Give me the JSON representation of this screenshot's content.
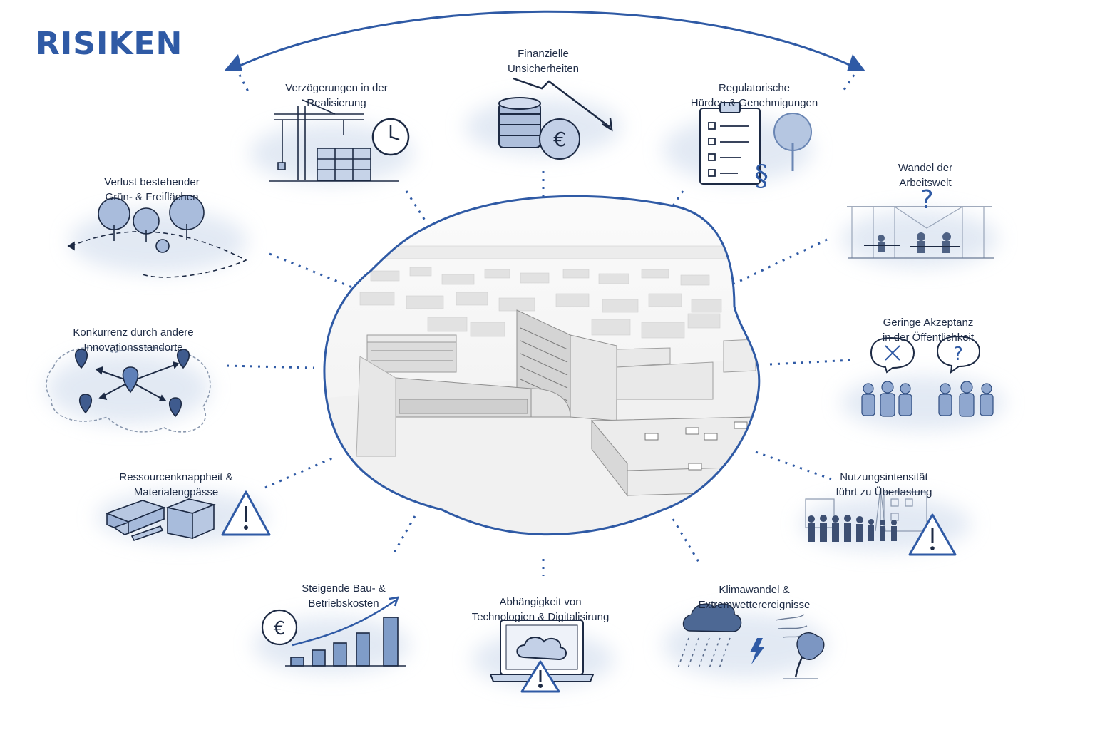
{
  "title": "RISIKEN",
  "colors": {
    "accent": "#2f5aa5",
    "ink": "#1d2a44",
    "wash": "#c9d6ea",
    "icon_fill": "#7f9cc8"
  },
  "center_image": "aerial 3D model of campus buildings",
  "risks": [
    {
      "id": "finanzielle-unsicherheiten",
      "line1": "Finanzielle",
      "line2": "Unsicherheiten",
      "icon": "coins-euro-down-trend-icon"
    },
    {
      "id": "verzoegerungen",
      "line1": "Verzögerungen in der",
      "line2": "Realisierung",
      "icon": "crane-clock-icon"
    },
    {
      "id": "regulatorische-huerden",
      "line1": "Regulatorische",
      "line2": "Hürden & Genehmigungen",
      "icon": "clipboard-paragraph-icon"
    },
    {
      "id": "verlust-gruenflaechen",
      "line1": "Verlust bestehender",
      "line2": "Grün- & Freiflächen",
      "icon": "trees-icon"
    },
    {
      "id": "wandel-arbeitswelt",
      "line1": "Wandel der",
      "line2": "Arbeitswelt",
      "icon": "office-question-icon"
    },
    {
      "id": "konkurrenz",
      "line1": "Konkurrenz durch andere",
      "line2": "Innovationsstandorte",
      "icon": "map-pins-icon"
    },
    {
      "id": "geringe-akzeptanz",
      "line1": "Geringe Akzeptanz",
      "line2": "in der Öffentlichkeit",
      "icon": "people-speech-icon"
    },
    {
      "id": "ressourcenknappheit",
      "line1": "Ressourcenknappheit &",
      "line2": "Materialengpässe",
      "icon": "materials-warning-icon"
    },
    {
      "id": "nutzungsintensitaet",
      "line1": "Nutzungsintensität",
      "line2": "führt zu Überlastung",
      "icon": "crowd-warning-icon"
    },
    {
      "id": "steigende-kosten",
      "line1": "Steigende Bau- &",
      "line2": "Betriebskosten",
      "icon": "euro-bar-chart-icon"
    },
    {
      "id": "technologie-abhaengigkeit",
      "line1": "Abhängigkeit von",
      "line2": "Technologien & Digitalisirung",
      "icon": "laptop-cloud-warning-icon"
    },
    {
      "id": "klimawandel",
      "line1": "Klimawandel &",
      "line2": "Extremwetterereignisse",
      "icon": "storm-cloud-icon"
    }
  ]
}
